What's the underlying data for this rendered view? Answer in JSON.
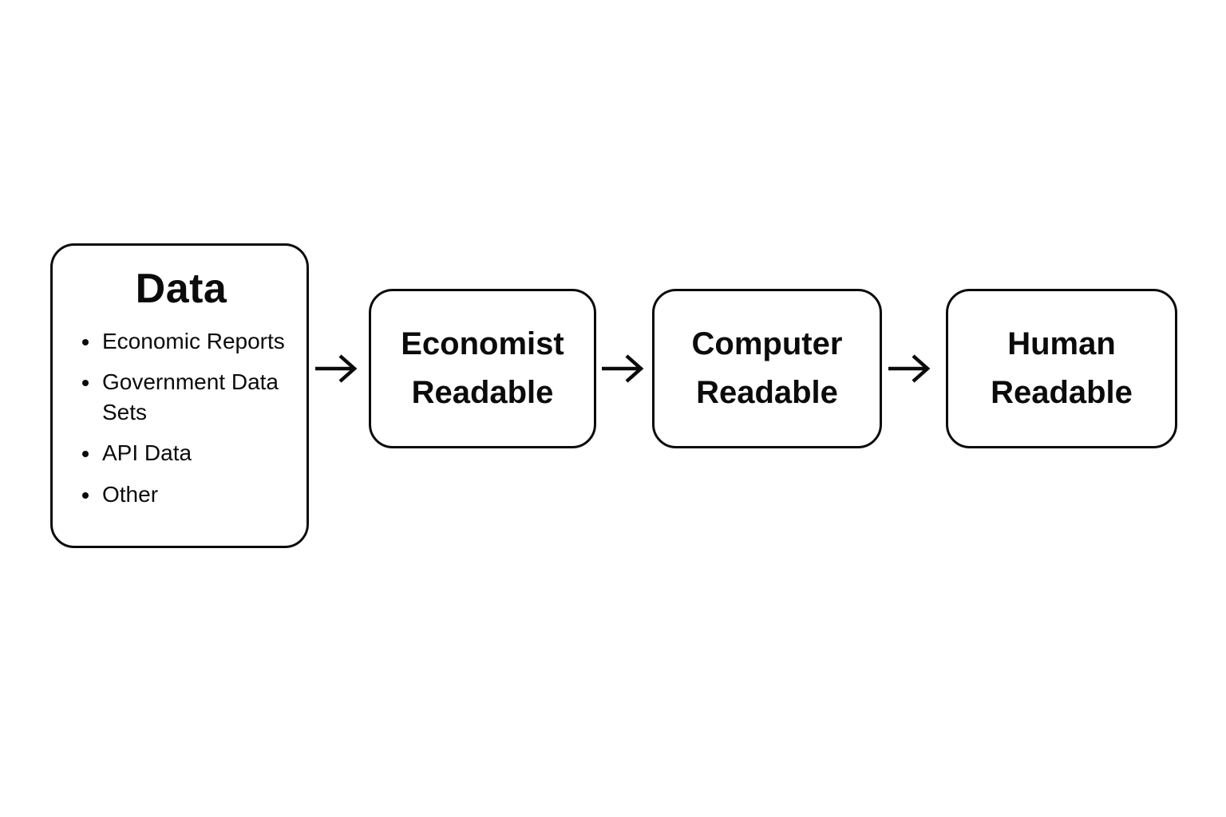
{
  "diagram": {
    "background_color": "#ffffff",
    "stroke_color": "#0b0b0b",
    "nodes": {
      "data": {
        "title": "Data",
        "bullets": [
          "Economic Reports",
          "Government Data Sets",
          "API Data",
          "Other"
        ]
      },
      "economist": {
        "label": "Economist Readable"
      },
      "computer": {
        "label": "Computer Readable"
      },
      "human": {
        "label": "Human Readable"
      }
    },
    "arrows": [
      {
        "from": "data",
        "to": "economist"
      },
      {
        "from": "economist",
        "to": "computer"
      },
      {
        "from": "computer",
        "to": "human"
      }
    ]
  }
}
